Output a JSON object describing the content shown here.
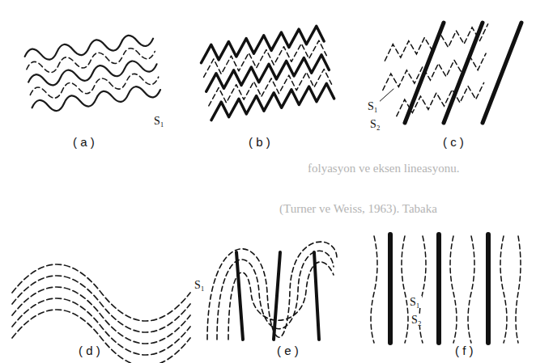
{
  "diagram": {
    "labels": [
      "S₁",
      "( a )",
      "( b )",
      "S₁",
      "S₂",
      "( c )",
      "S₁",
      "( d )",
      "( e )",
      "S₁",
      "S₂",
      "( f )",
      "folyasyon ve eksen lineasyonu.",
      "(Turner ve Weiss, 1963). Tabaka"
    ]
  }
}
